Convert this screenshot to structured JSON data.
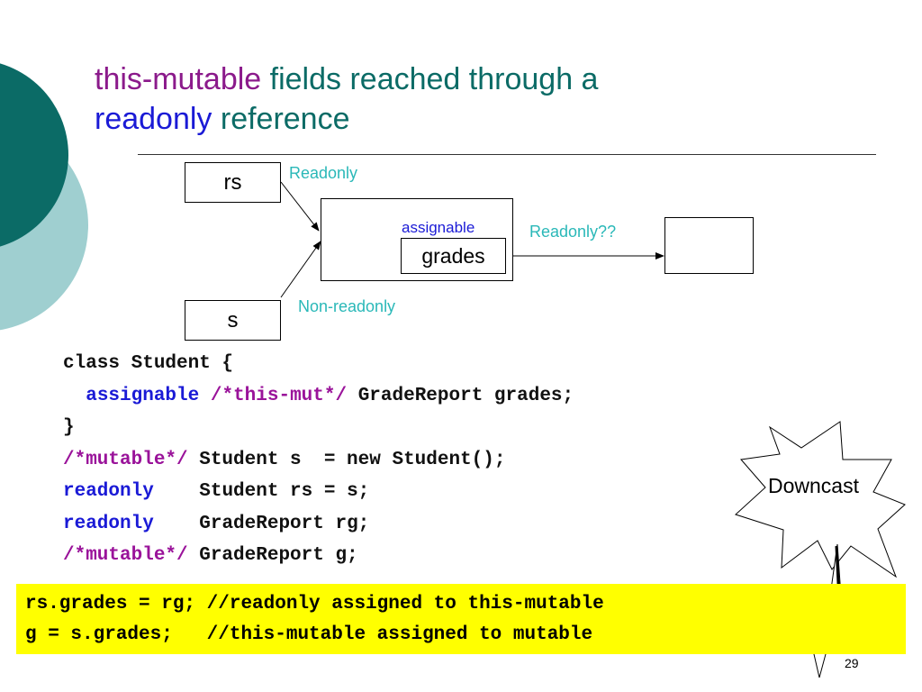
{
  "title": {
    "line1_mut": "this-mutable",
    "line1_rest": " fields reached through a",
    "line2_ro": "readonly",
    "line2_rest": " reference"
  },
  "diagram": {
    "rs_label": "rs",
    "s_label": "s",
    "grades_label": "grades",
    "assignable_label": "assignable",
    "readonly_label": "Readonly",
    "nonreadonly_label": "Non-readonly",
    "readonly_q_label": "Readonly??"
  },
  "code": {
    "l1": "class Student {",
    "l2_indent": "  ",
    "l2_kw": "assignable",
    "l2_sp": " ",
    "l2_cm": "/*this-mut*/",
    "l2_rest": " GradeReport grades;",
    "l3": "}",
    "l4_cm": "/*mutable*/",
    "l4_rest": " Student s  = new Student();",
    "l5_kw": "readonly",
    "l5_rest": "    Student rs = s;",
    "l6_kw": "readonly",
    "l6_rest": "    GradeReport rg;",
    "l7_cm": "/*mutable*/",
    "l7_rest": " GradeReport g;"
  },
  "highlight": {
    "line1": "rs.grades = rg; //readonly assigned to this-mutable",
    "line2": "g = s.grades;   //this-mutable assigned to mutable"
  },
  "callout": {
    "label": "Downcast"
  },
  "footer": {
    "page_number": "29"
  },
  "colors": {
    "teal_dark": "#0b6b66",
    "teal_light": "#9fcfd0",
    "magenta": "#8b1a8b",
    "blue": "#1a1ad6",
    "cyan_label": "#2ab8b8",
    "highlight": "#ffff00"
  }
}
